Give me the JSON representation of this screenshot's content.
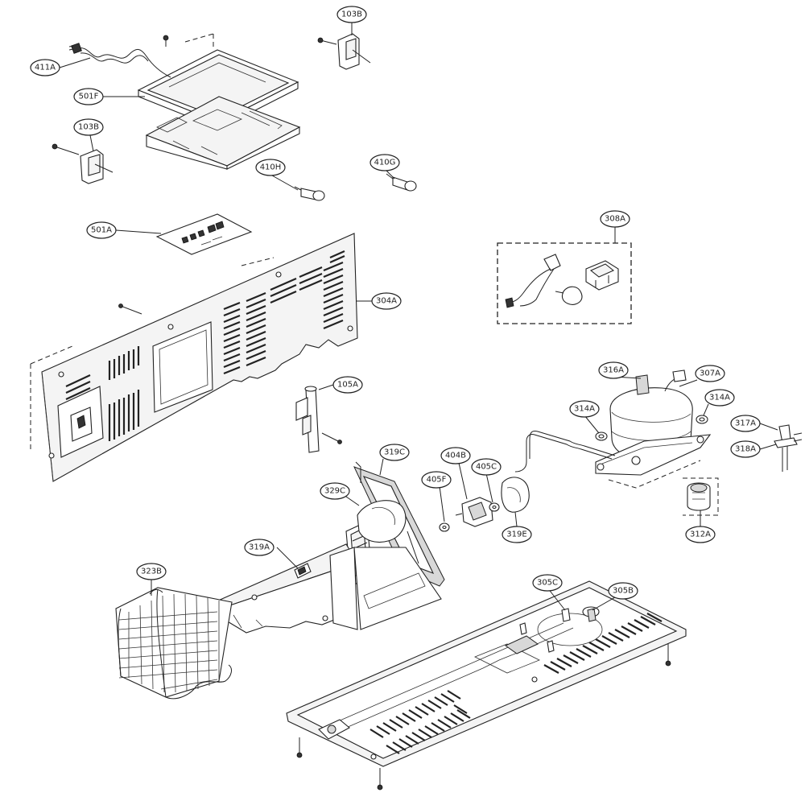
{
  "labels": [
    {
      "id": "411A",
      "text": "411A"
    },
    {
      "id": "501F",
      "text": "501F"
    },
    {
      "id": "103B_top",
      "text": "103B"
    },
    {
      "id": "103B_left",
      "text": "103B"
    },
    {
      "id": "410H",
      "text": "410H"
    },
    {
      "id": "410G",
      "text": "410G"
    },
    {
      "id": "501A",
      "text": "501A"
    },
    {
      "id": "304A",
      "text": "304A"
    },
    {
      "id": "308A",
      "text": "308A"
    },
    {
      "id": "316A",
      "text": "316A"
    },
    {
      "id": "307A",
      "text": "307A"
    },
    {
      "id": "314A_left",
      "text": "314A"
    },
    {
      "id": "314A_right",
      "text": "314A"
    },
    {
      "id": "317A",
      "text": "317A"
    },
    {
      "id": "318A",
      "text": "318A"
    },
    {
      "id": "105A",
      "text": "105A"
    },
    {
      "id": "319C",
      "text": "319C"
    },
    {
      "id": "404B",
      "text": "404B"
    },
    {
      "id": "405C",
      "text": "405C"
    },
    {
      "id": "405F",
      "text": "405F"
    },
    {
      "id": "329C",
      "text": "329C"
    },
    {
      "id": "319E",
      "text": "319E"
    },
    {
      "id": "312A",
      "text": "312A"
    },
    {
      "id": "319A",
      "text": "319A"
    },
    {
      "id": "323B",
      "text": "323B"
    },
    {
      "id": "305C",
      "text": "305C"
    },
    {
      "id": "305B",
      "text": "305B"
    }
  ],
  "colors": {
    "ink": "#222222",
    "paper": "#ffffff",
    "fill": "#f4f4f4"
  }
}
